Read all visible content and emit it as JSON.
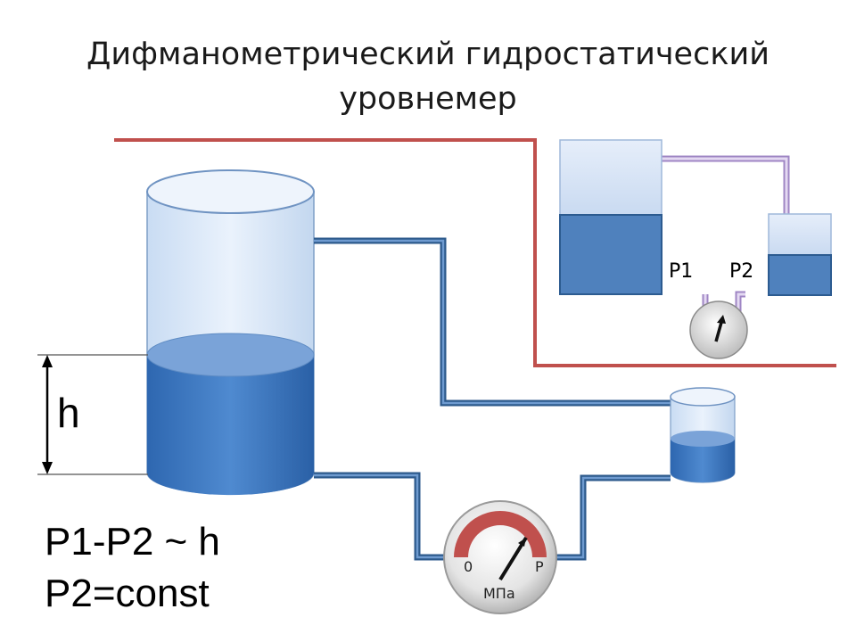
{
  "title": {
    "line1": "Дифманометрический гидростатический",
    "line2": "уровнемер"
  },
  "labels": {
    "level": "h",
    "p1": "P1",
    "p2": "P2"
  },
  "formula": {
    "line1": "P1-P2 ~ h",
    "line2": "P2=const"
  },
  "gauge": {
    "zero": "0",
    "max": "P",
    "unit": "МПа"
  },
  "colors": {
    "liquid": "#4f81bd",
    "tank_glass": "#dce8f7",
    "pipe": "#2d5a8c",
    "divider": "#c0504d",
    "gauge_arc": "#c0504d",
    "inset_pipe": "#c6b3de"
  }
}
